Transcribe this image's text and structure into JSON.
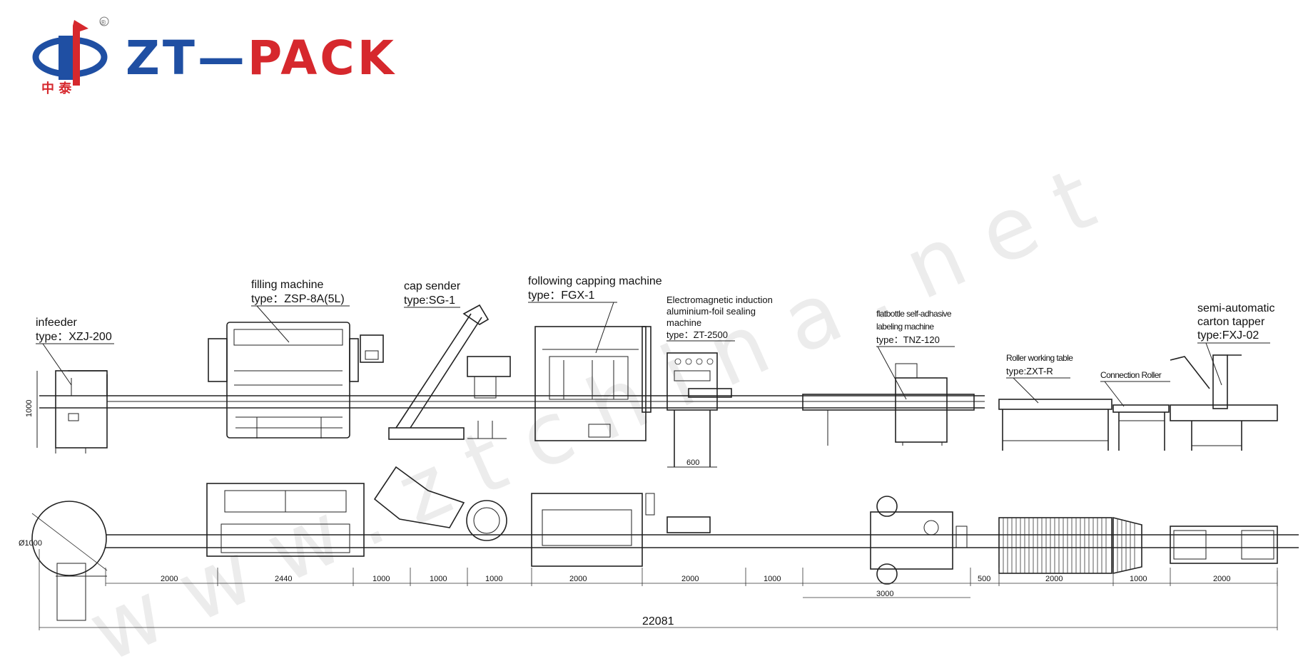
{
  "brand": {
    "name": "ZT—PACK",
    "chinese": "中 泰",
    "registered": "®",
    "colors": {
      "blue": "#1f4fa3",
      "red": "#d6282d"
    }
  },
  "watermark": "www.ztchina.net",
  "machines": {
    "infeeder": {
      "name": "infeeder",
      "type": "type：XZJ-200"
    },
    "filling": {
      "name": "filling machine",
      "type": "type：ZSP-8A(5L)"
    },
    "cap_sender": {
      "name": "cap sender",
      "type": "type:SG-1"
    },
    "capping": {
      "name": "following capping machine",
      "type": "type：FGX-1"
    },
    "sealing": {
      "line1": "Electromagnetic induction",
      "line2": "aluminium-foil sealing",
      "line3": "machine",
      "type": "type：ZT-2500"
    },
    "labeling": {
      "line1": "flatbottle self-adhasive",
      "line2": "labeling machine",
      "type": "type：TNZ-120"
    },
    "roller_table": {
      "name": "Roller working table",
      "type": "type:ZXT-R"
    },
    "connection": {
      "name": "Connection Roller"
    },
    "tapper": {
      "line1": "semi-automatic",
      "line2": "carton tapper",
      "type": "type:FXJ-02"
    }
  },
  "dimensions": {
    "segments": [
      "2000",
      "2440",
      "1000",
      "1000",
      "1000",
      "2000",
      "2000",
      "1000",
      "3000",
      "500",
      "2000",
      "1000",
      "2000"
    ],
    "total": "22081",
    "height_mark": "1000",
    "sealer_base": "600",
    "diameter": "Ø1000"
  }
}
